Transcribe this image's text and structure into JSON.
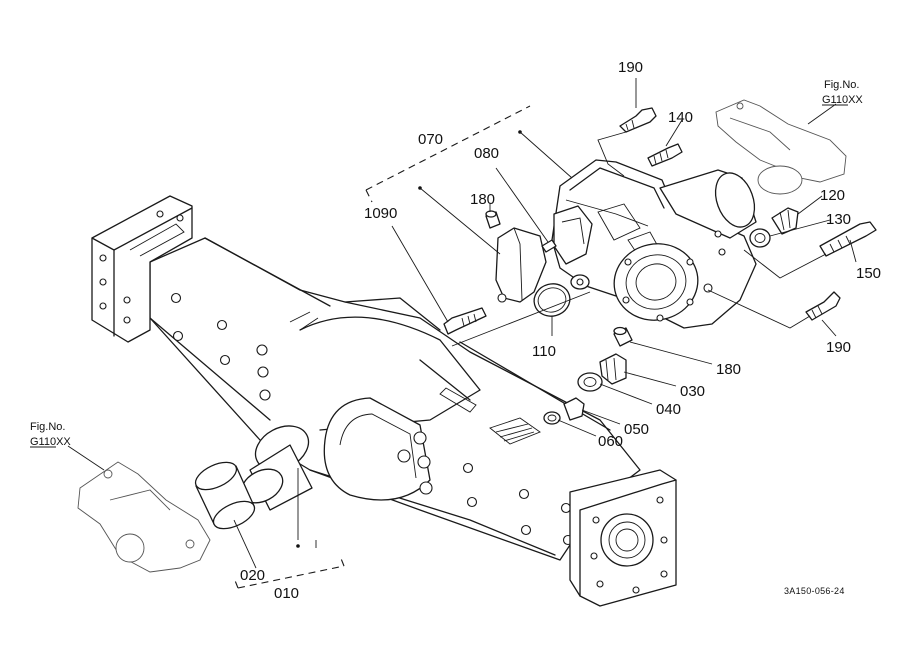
{
  "labels": {
    "p190_top": "190",
    "p140": "140",
    "p070": "070",
    "p080": "080",
    "p180_top": "180",
    "p090": "1090",
    "p120": "120",
    "p130": "130",
    "p150": "150",
    "p190_bottom": "190",
    "p180_mid": "180",
    "p110": "110",
    "p030": "030",
    "p040": "040",
    "p050": "050",
    "p060": "060",
    "p020": "020",
    "p010": "010"
  },
  "fig_refs": {
    "top_right": {
      "title": "Fig.No.",
      "number": "G110XX"
    },
    "bottom_left": {
      "title": "Fig.No.",
      "number": "G110XX"
    }
  },
  "drawing_code": "3A150-056-24"
}
